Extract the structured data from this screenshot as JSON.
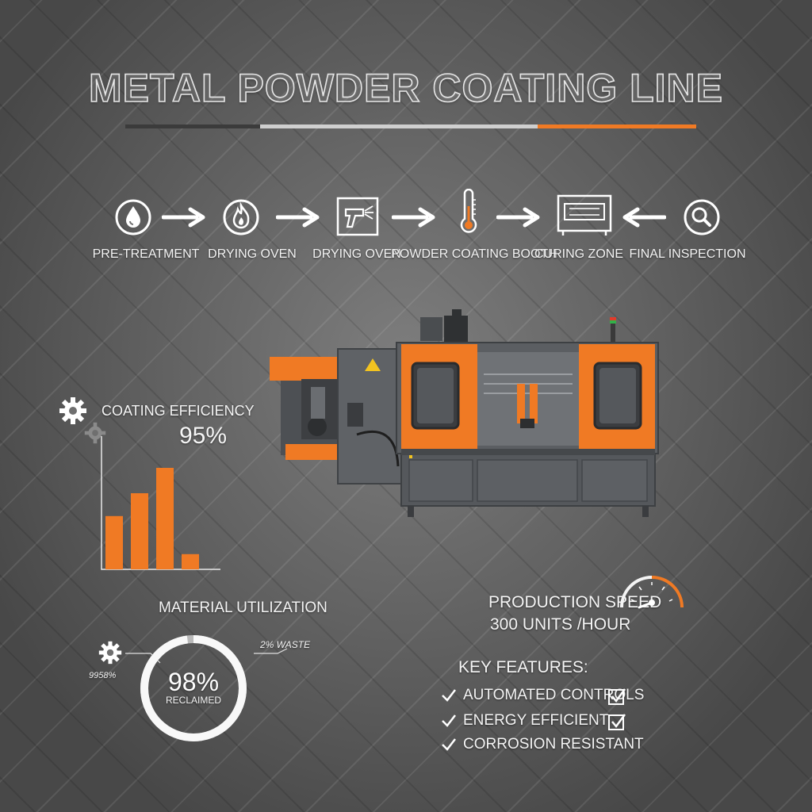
{
  "title": "METAL POWDER COATING LINE",
  "colors": {
    "accent": "#f07a24",
    "background": "#6f6f6f",
    "steel": "#5b5e62",
    "text": "#f2f2f2"
  },
  "process": {
    "steps": [
      {
        "label": "PRE-TREATMENT",
        "icon": "water-drop-icon"
      },
      {
        "label": "DRYING OVEN",
        "icon": "flame-icon"
      },
      {
        "label": "DRYING OVEN",
        "icon": "spray-gun-icon"
      },
      {
        "label": "POWDER COATING BOOTH",
        "icon": "thermometer-icon"
      },
      {
        "label": "CURING ZONE",
        "icon": "oven-icon"
      },
      {
        "label": "FINAL INSPECTION",
        "icon": "magnifier-icon"
      }
    ]
  },
  "efficiency": {
    "label": "COATING EFFICIENCY",
    "value": "95%",
    "bars": [
      0.42,
      0.6,
      0.8,
      0.12
    ]
  },
  "utilization": {
    "label": "MATERIAL UTILIZATION",
    "value": "98%",
    "sublabel": "RECLAIMED",
    "waste": "2% WASTE",
    "side": "9958%",
    "reclaimed_fraction": 0.98
  },
  "speed": {
    "label": "PRODUCTION SPEED",
    "value": "300 UNITS /HOUR"
  },
  "features": {
    "title": "KEY FEATURES:",
    "items": [
      "AUTOMATED CONTROLS",
      "ENERGY EFFICIENT",
      "CORROSION RESISTANT"
    ]
  }
}
